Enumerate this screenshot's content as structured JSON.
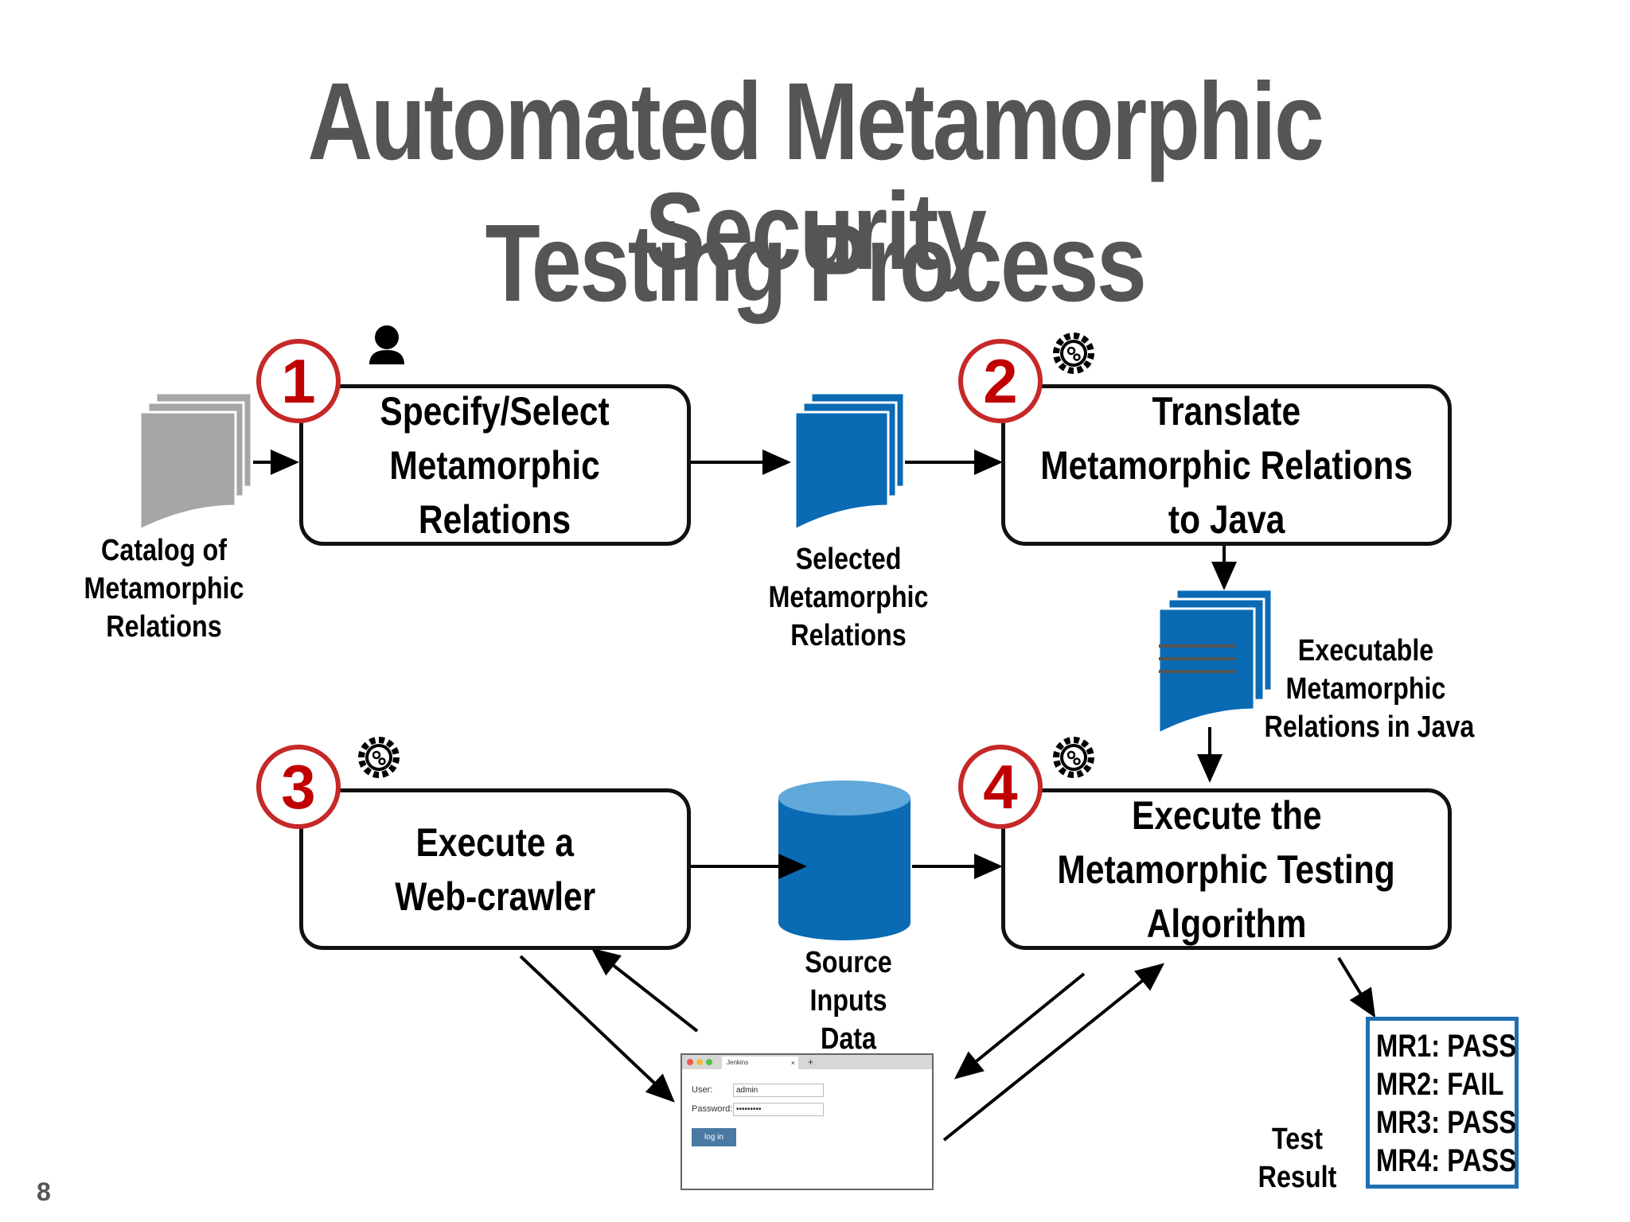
{
  "title": {
    "line1": "Automated Metamorphic Security",
    "line2": "Testing Process"
  },
  "page_number": "8",
  "colors": {
    "title": "#555555",
    "badge_border": "#c62828",
    "badge_text": "#c00000",
    "doc_blue": "#0a6ab4",
    "doc_gray": "#a6a6a6",
    "result_border": "#1f6fb2"
  },
  "steps": [
    {
      "number": "1",
      "lines": [
        "Specify/Select",
        "Metamorphic",
        "Relations"
      ],
      "icon": "person-icon"
    },
    {
      "number": "2",
      "lines": [
        "Translate",
        "Metamorphic Relations",
        "to Java"
      ],
      "icon": "gear-icon"
    },
    {
      "number": "3",
      "lines": [
        "Execute a",
        "Web-crawler"
      ],
      "icon": "gear-icon"
    },
    {
      "number": "4",
      "lines": [
        "Execute the",
        "Metamorphic Testing",
        "Algorithm"
      ],
      "icon": "gear-icon"
    }
  ],
  "artifacts": {
    "catalog": [
      "Catalog of",
      "Metamorphic",
      "Relations"
    ],
    "selected": [
      "Selected",
      "Metamorphic",
      "Relations"
    ],
    "executable": [
      "Executable",
      "Metamorphic",
      "Relations in Java"
    ],
    "source": [
      "Source",
      "Inputs",
      "Data"
    ]
  },
  "browser": {
    "tab_label": "Jenkins",
    "tab_close": "×",
    "new_tab": "+",
    "user_label": "User:",
    "user_value": "admin",
    "password_label": "Password:",
    "password_value": "•••••••••",
    "login_button": "log in"
  },
  "result": {
    "label": [
      "Test",
      "Result"
    ],
    "lines": [
      "MR1: PASS",
      "MR2: FAIL",
      "MR3: PASS",
      "MR4: PASS"
    ]
  }
}
